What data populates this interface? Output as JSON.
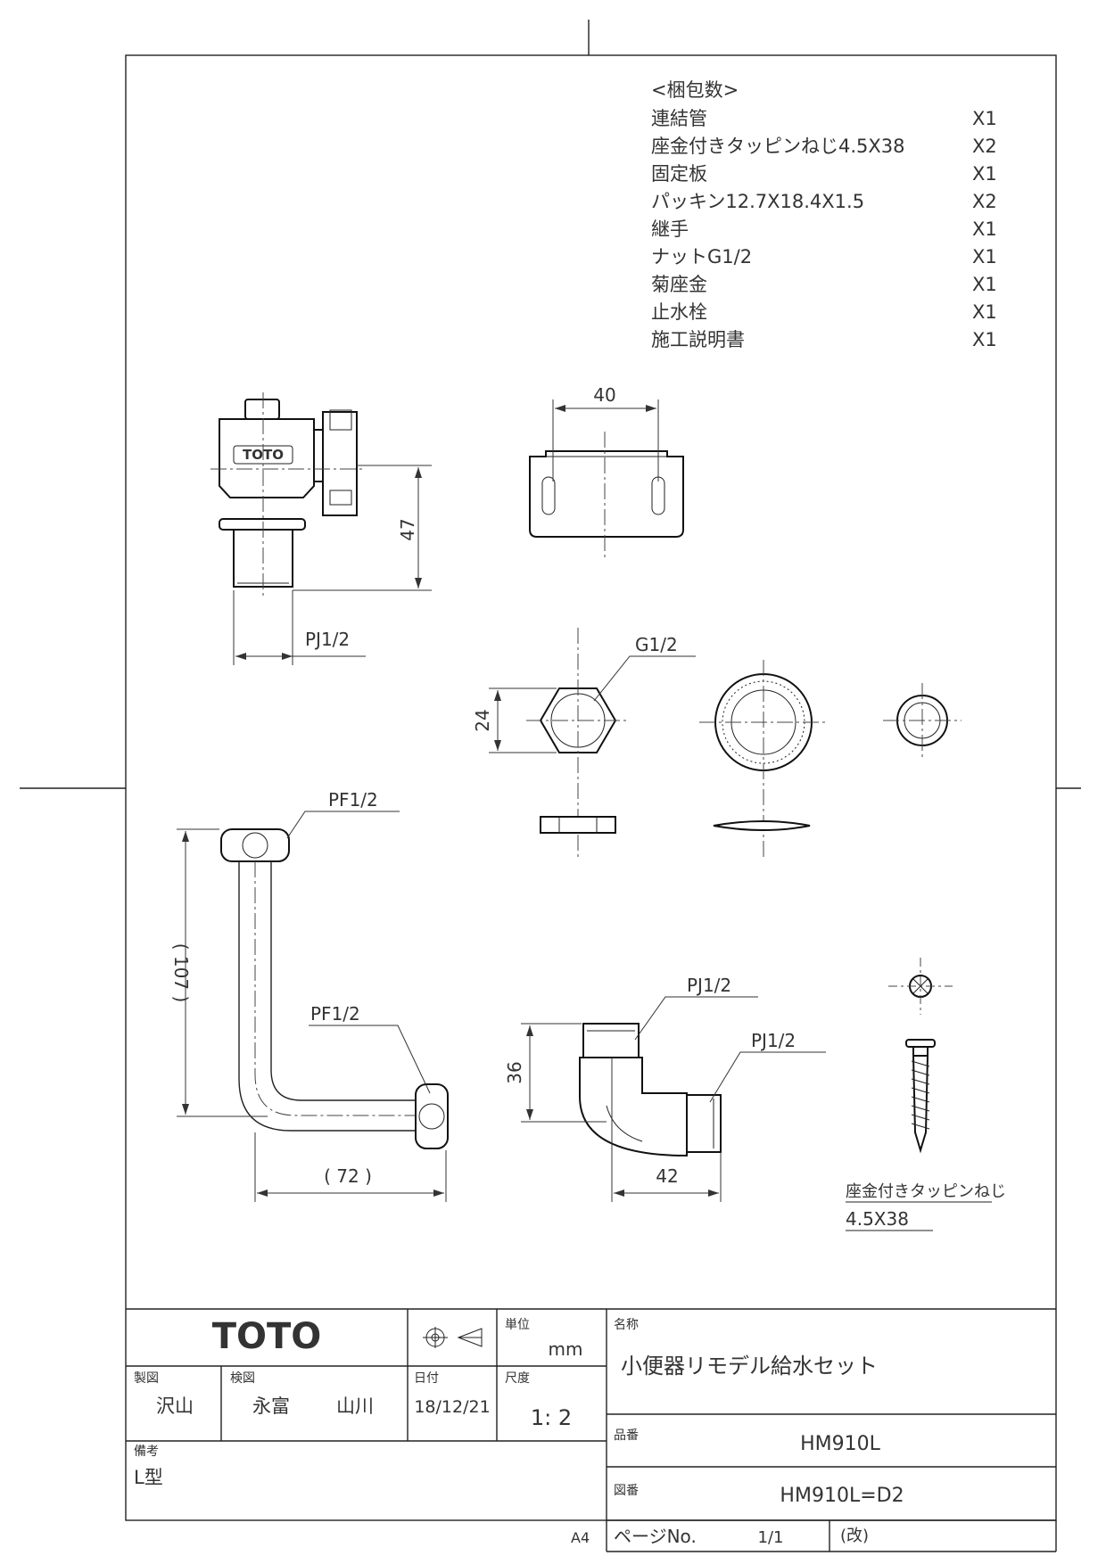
{
  "packing": {
    "heading": "<梱包数>",
    "items": [
      {
        "name": "連結管",
        "qty": "X1"
      },
      {
        "name": "座金付きタッピンねじ4.5X38",
        "qty": "X2"
      },
      {
        "name": "固定板",
        "qty": "X1"
      },
      {
        "name": "パッキン12.7X18.4X1.5",
        "qty": "X2"
      },
      {
        "name": "継手",
        "qty": "X1"
      },
      {
        "name": "ナットG1/2",
        "qty": "X1"
      },
      {
        "name": "菊座金",
        "qty": "X1"
      },
      {
        "name": "止水栓",
        "qty": "X1"
      },
      {
        "name": "施工説明書",
        "qty": "X1"
      }
    ]
  },
  "valve": {
    "logo": "TOTO",
    "height_dim": "47",
    "thread_label": "PJ1/2"
  },
  "plate": {
    "width_dim": "40"
  },
  "nut": {
    "thread_label": "G1/2",
    "size_dim": "24"
  },
  "pipe": {
    "top_label": "PF1/2",
    "side_label": "PF1/2",
    "height_dim": "( 107 )",
    "width_dim": "( 72 )"
  },
  "elbow": {
    "top_label": "PJ1/2",
    "side_label": "PJ1/2",
    "height_dim": "36",
    "width_dim": "42"
  },
  "screw": {
    "label_line1": "座金付きタッピンねじ",
    "label_line2": "4.5X38"
  },
  "title_block": {
    "company": "TOTO",
    "unit_label": "単位",
    "unit_value": "mm",
    "name_label": "名称",
    "name_value": "小便器リモデル給水セット",
    "drawn_label": "製図",
    "drawn_by": "沢山",
    "checked_label": "検図",
    "checked_by_1": "永富",
    "checked_by_2": "山川",
    "date_label": "日付",
    "date_value": "18/12/21",
    "scale_label": "尺度",
    "scale_value": "1: 2",
    "part_no_label": "品番",
    "part_no_value": "HM910L",
    "remarks_label": "備考",
    "remarks_value": "L型",
    "drawing_no_label": "図番",
    "drawing_no_value": "HM910L=D2",
    "paper_size": "A4",
    "page_label": "ページNo.",
    "page_value": "1/1",
    "revision_label": "(改)"
  }
}
